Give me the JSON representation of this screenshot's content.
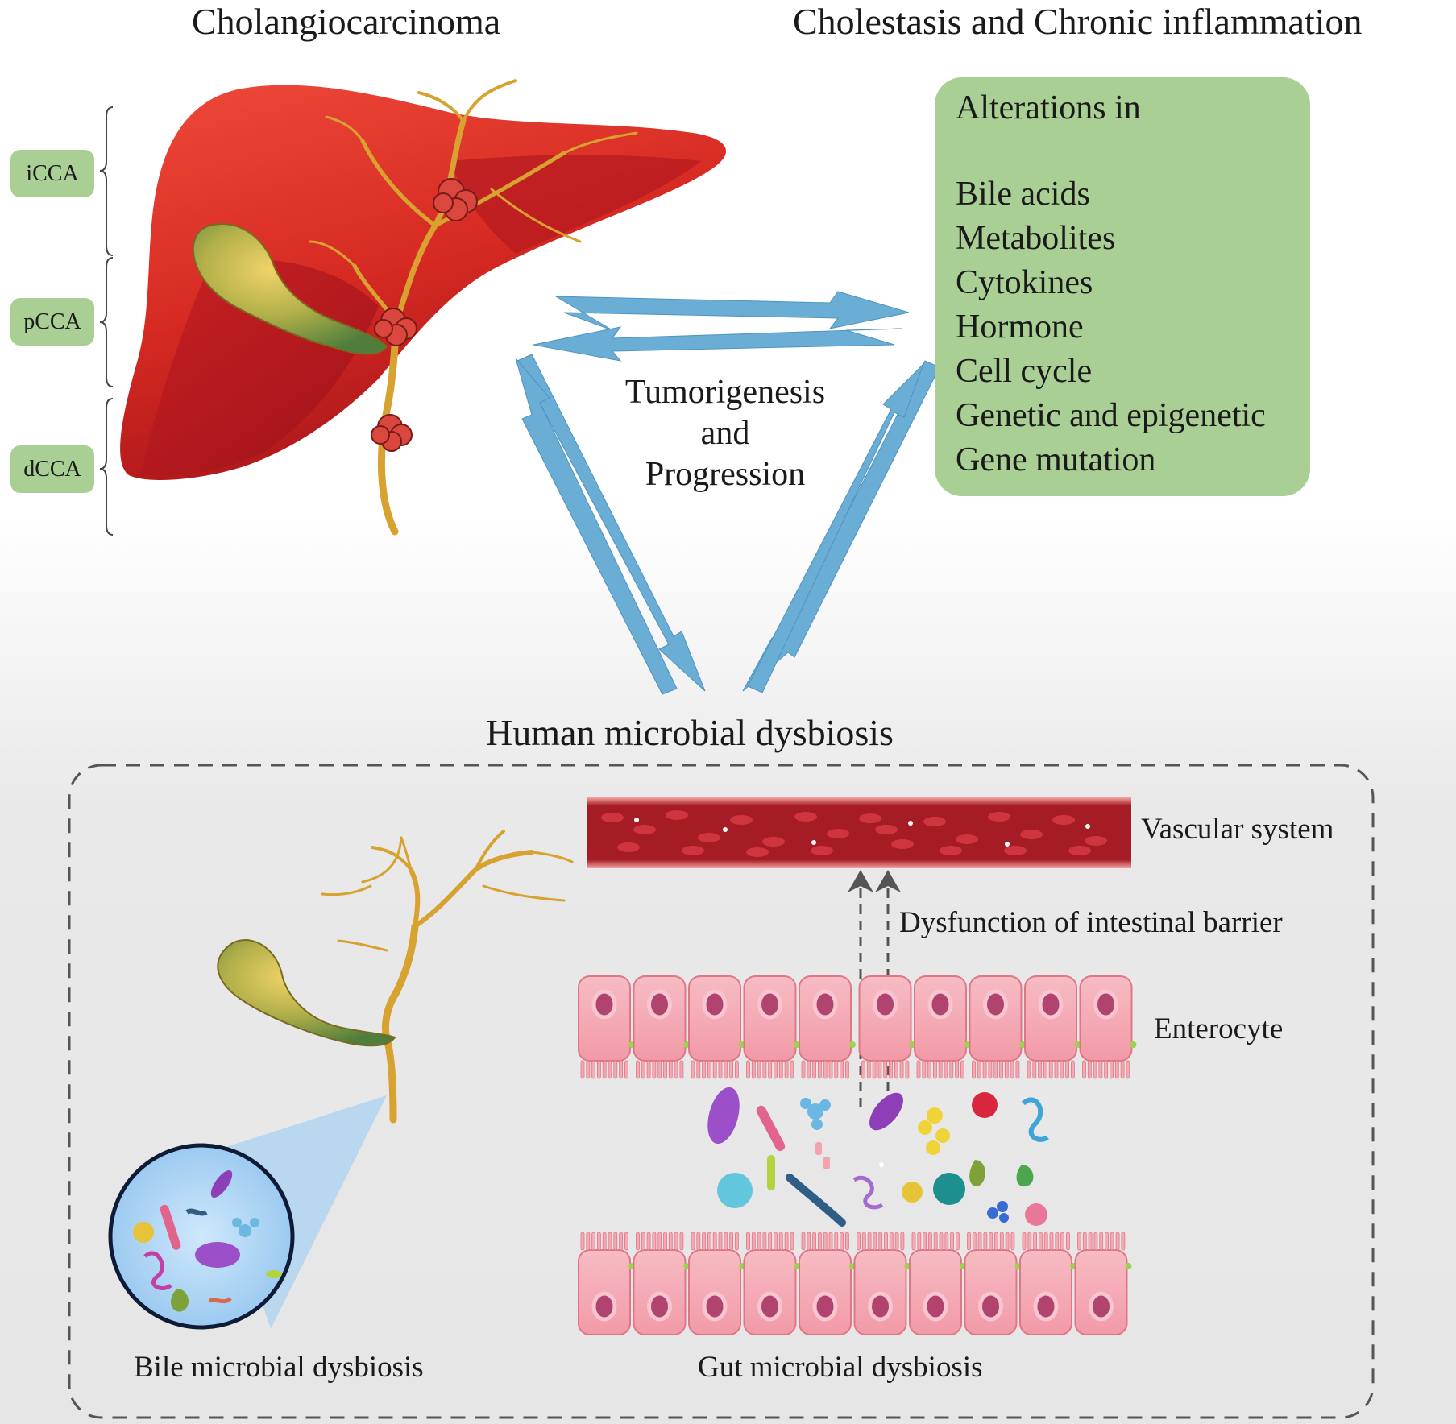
{
  "titles": {
    "left": "Cholangiocarcinoma",
    "right": "Cholestasis and Chronic inflammation",
    "center": "Human microbial dysbiosis"
  },
  "cca_types": [
    "iCCA",
    "pCCA",
    "dCCA"
  ],
  "alterations": {
    "heading": "Alterations in",
    "items": [
      "Bile acids",
      "Metabolites",
      "Cytokines",
      "Hormone",
      "Cell cycle",
      "Genetic and epigenetic",
      "Gene mutation"
    ]
  },
  "center_text": [
    "Tumorigenesis",
    "and",
    "Progression"
  ],
  "labels": {
    "vascular": "Vascular system",
    "barrier": "Dysfunction of intestinal barrier",
    "enterocyte": "Enterocyte",
    "bile": "Bile microbial dysbiosis",
    "gut": "Gut microbial dysbiosis"
  },
  "colors": {
    "tag_green": "#a9cf94",
    "arrow_blue": "#6aaed6",
    "liver_red": "#d62a22",
    "bile_duct": "#d7a230",
    "vessel": "#a51c25",
    "enterocyte_pink": "#f4a9b3"
  }
}
